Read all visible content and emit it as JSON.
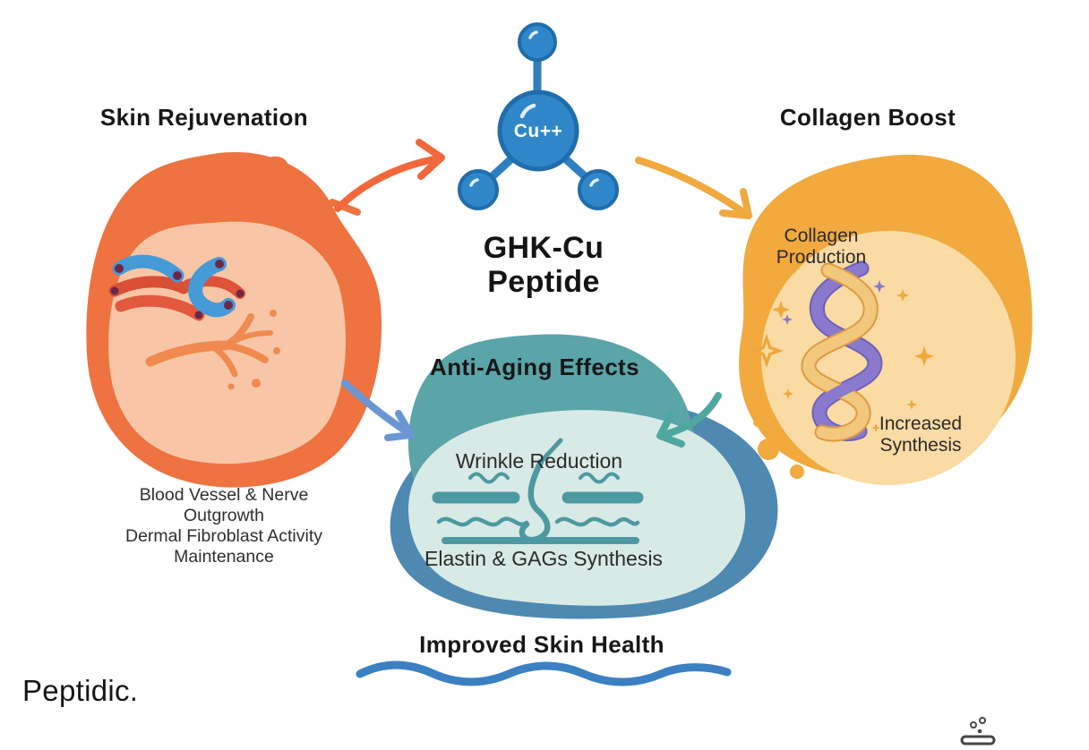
{
  "page": {
    "background": "#ffffff"
  },
  "brand": {
    "logo_text": "Peptidic."
  },
  "molecule": {
    "ion_label": "Cu++",
    "name_lines": [
      "GHK-Cu",
      "Peptide"
    ],
    "fill": "#2f87c9",
    "outline": "#1f6dac"
  },
  "sections": {
    "skin": {
      "title": "Skin Rejuvenation",
      "caption_lines": [
        "Blood Vessel & Nerve",
        "Outgrowth",
        "Dermal Fibroblast Activity",
        "Maintenance"
      ],
      "blob_color": "#ee7340",
      "blob_inner_color": "#f8c5a6",
      "arrow_color": "#f2683c"
    },
    "collagen": {
      "title": "Collagen Boost",
      "label_top_lines": [
        "Collagen",
        "Production"
      ],
      "label_bottom_lines": [
        "Increased",
        "Synthesis"
      ],
      "blob_color": "#f2a93e",
      "blob_inner_color": "#f9dba3",
      "arrow_color": "#f0a93e"
    },
    "antiaging": {
      "title": "Anti-Aging Effects",
      "label_top": "Wrinkle Reduction",
      "label_bottom": "Elastin & GAGs Synthesis",
      "blob_color": "#5ba4a8",
      "blob_secondary_color": "#4d89b0",
      "blob_inner_color": "#d8eae6",
      "arrow_left_color": "#6b96d4",
      "arrow_right_color": "#4fa8a0"
    }
  },
  "footer": {
    "headline": "Improved Skin Health",
    "wave_color": "#3a80c2"
  },
  "corner_icon": "sprinkle-tray-icon"
}
